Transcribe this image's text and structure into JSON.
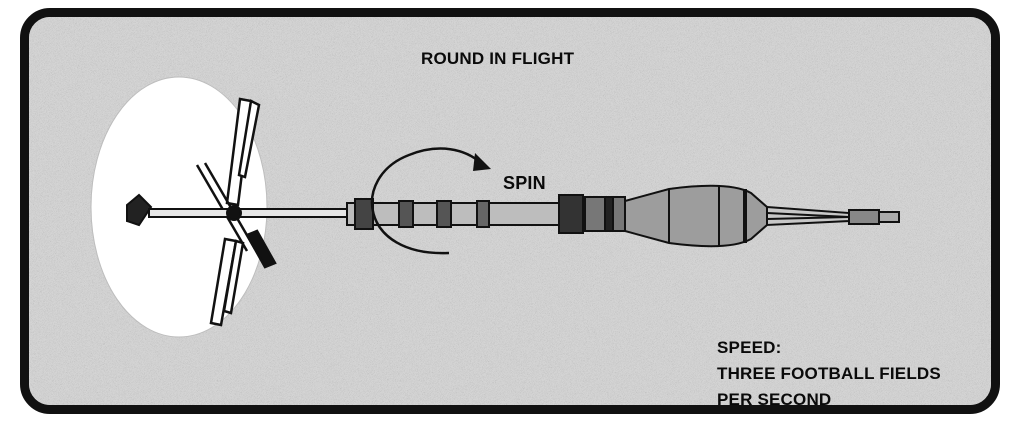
{
  "diagram": {
    "title": "ROUND IN FLIGHT",
    "spin_label": "SPIN",
    "speed_lines": [
      "SPEED:",
      "THREE FOOTBALL FIELDS",
      "PER SECOND"
    ]
  },
  "colors": {
    "frame": "#111111",
    "background": "#c9c9c9",
    "ink": "#0a0a0a",
    "fin_disc": "#ffffff"
  }
}
